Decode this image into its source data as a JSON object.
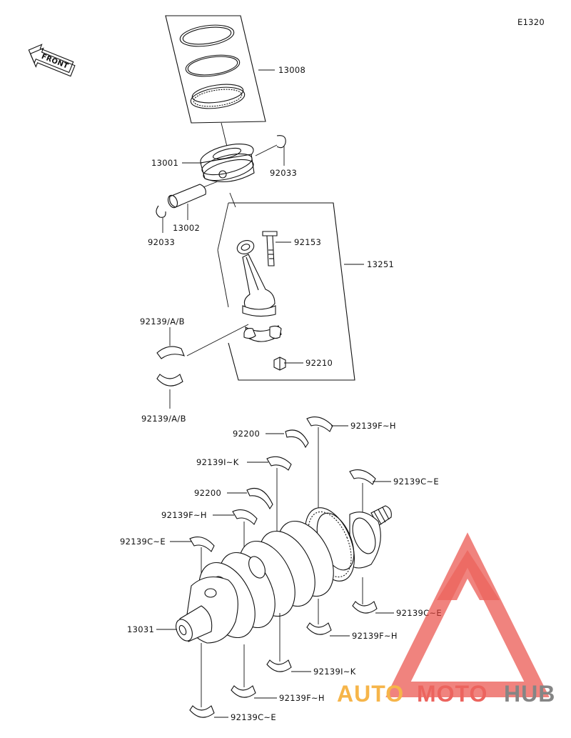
{
  "diagram_code": "E1320",
  "front_label": "FRONT",
  "watermark": {
    "part1": "AUTO",
    "part2": "MOTO",
    "part3": "HUB",
    "color_orange": "#f5a623",
    "color_red": "#e8433b",
    "color_gray": "#6b6b6b"
  },
  "labels": {
    "p13008": "13008",
    "p13001": "13001",
    "p92033_right": "92033",
    "p13002": "13002",
    "p92033_left": "92033",
    "p92153": "92153",
    "p13251": "13251",
    "p92139ab_top": "92139/A/B",
    "p92210": "92210",
    "p92139ab_bottom": "92139/A/B",
    "p92139fh_1": "92139F~H",
    "p92200_1": "92200",
    "p92139ik_1": "92139I~K",
    "p92139ce_1": "92139C~E",
    "p92200_2": "92200",
    "p92139fh_2": "92139F~H",
    "p92139ce_2": "92139C~E",
    "p13031": "13031",
    "p92139ce_3": "92139C~E",
    "p92139fh_3": "92139F~H",
    "p92139ik_2": "92139I~K",
    "p92139fh_4": "92139F~H",
    "p92139ce_4": "92139C~E"
  }
}
